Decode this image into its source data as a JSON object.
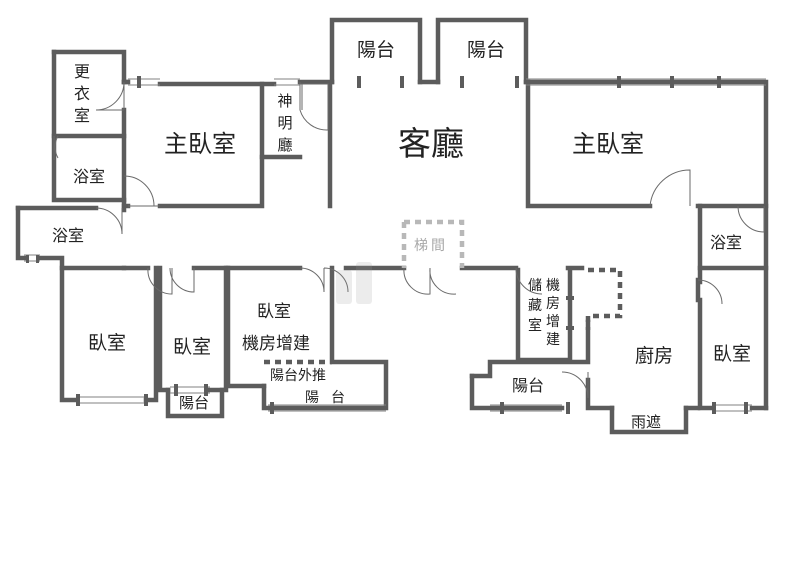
{
  "plan": {
    "rooms": {
      "balcony_top_left": "陽台",
      "balcony_top_right": "陽台",
      "dressing_room": [
        "更",
        "衣",
        "室"
      ],
      "master_bedroom_left": "主臥室",
      "shrine_hall": [
        "神",
        "明",
        "廳"
      ],
      "living_room": "客廳",
      "master_bedroom_right": "主臥室",
      "bathroom_top_left": "浴室",
      "bathroom_mid_left": "浴室",
      "bathroom_right": "浴室",
      "stairwell": "梯間",
      "bedroom_1": "臥室",
      "bedroom_2": "臥室",
      "bedroom_3": "臥室",
      "machine_room_extension": "機房增建",
      "balcony_pushed_out": "陽台外推",
      "balcony_bottom_mid_1": "陽",
      "balcony_bottom_mid_2": "台",
      "balcony_bedroom_2": "陽台",
      "storage_room": [
        "儲",
        "藏",
        "室"
      ],
      "machine_room_extension_vertical": [
        "機",
        "房",
        "增",
        "建"
      ],
      "balcony_kitchen": "陽台",
      "kitchen": "廚房",
      "bedroom_right": "臥室",
      "canopy": "雨遮"
    }
  }
}
